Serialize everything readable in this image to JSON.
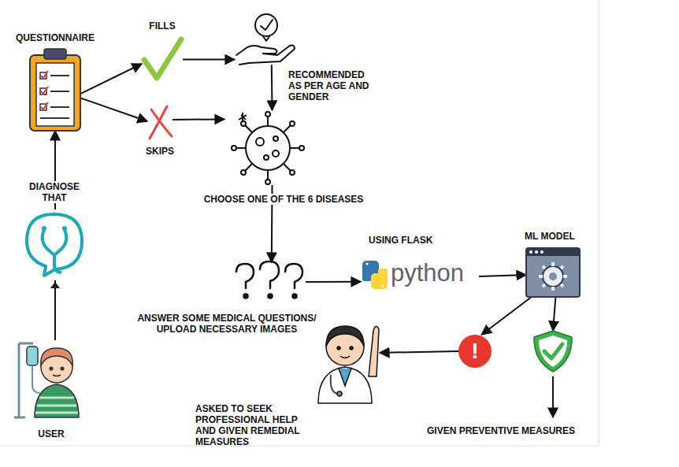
{
  "diagram": {
    "nodes": [
      {
        "text": [
          "QUESTIONNAIRE"
        ]
      },
      {
        "text": [
          "FILLS"
        ]
      },
      {
        "text": [
          "SKIPS"
        ]
      },
      {
        "text": [
          "RECOMMENDED AS PER AGE AND GENDER"
        ]
      },
      {
        "text": [
          "CHOOSE ONE OF THE 6 DISEASES"
        ]
      },
      {
        "text": [
          "ANSWER SOME MEDICAL QUESTIONS/ UPLOAD NECESSARY IMAGES"
        ]
      },
      {
        "text": [
          "USING FLASK",
          "python"
        ]
      },
      {
        "text": [
          "ML MODEL"
        ]
      },
      {
        "text": [
          "!"
        ]
      },
      {
        "text": [
          "GIVEN PREVENTIVE MEASURES"
        ]
      },
      {
        "text": [
          "ASKED TO SEEK PROFESSIONAL HELP AND GIVEN REMEDIAL MEASURES"
        ]
      },
      {
        "text": [
          "USER"
        ]
      }
    ],
    "edges": [
      {
        "from": 11,
        "to": 0,
        "arrow": "to",
        "label": "DIAGNOSE THAT"
      },
      {
        "from": 0,
        "to": 1,
        "arrow": "to"
      },
      {
        "from": 0,
        "to": 2,
        "arrow": "to"
      },
      {
        "from": 1,
        "to": 3,
        "arrow": "to"
      },
      {
        "from": 3,
        "to": 4,
        "arrow": "to"
      },
      {
        "from": 2,
        "to": 4,
        "arrow": "to"
      },
      {
        "from": 4,
        "to": 5,
        "arrow": "to"
      },
      {
        "from": 5,
        "to": 6,
        "arrow": "to"
      },
      {
        "from": 6,
        "to": 7,
        "arrow": "to"
      },
      {
        "from": 7,
        "to": 8,
        "arrow": "to"
      },
      {
        "from": 7,
        "to": 9,
        "arrow": "to"
      },
      {
        "from": 8,
        "to": 10,
        "arrow": "to"
      }
    ]
  }
}
